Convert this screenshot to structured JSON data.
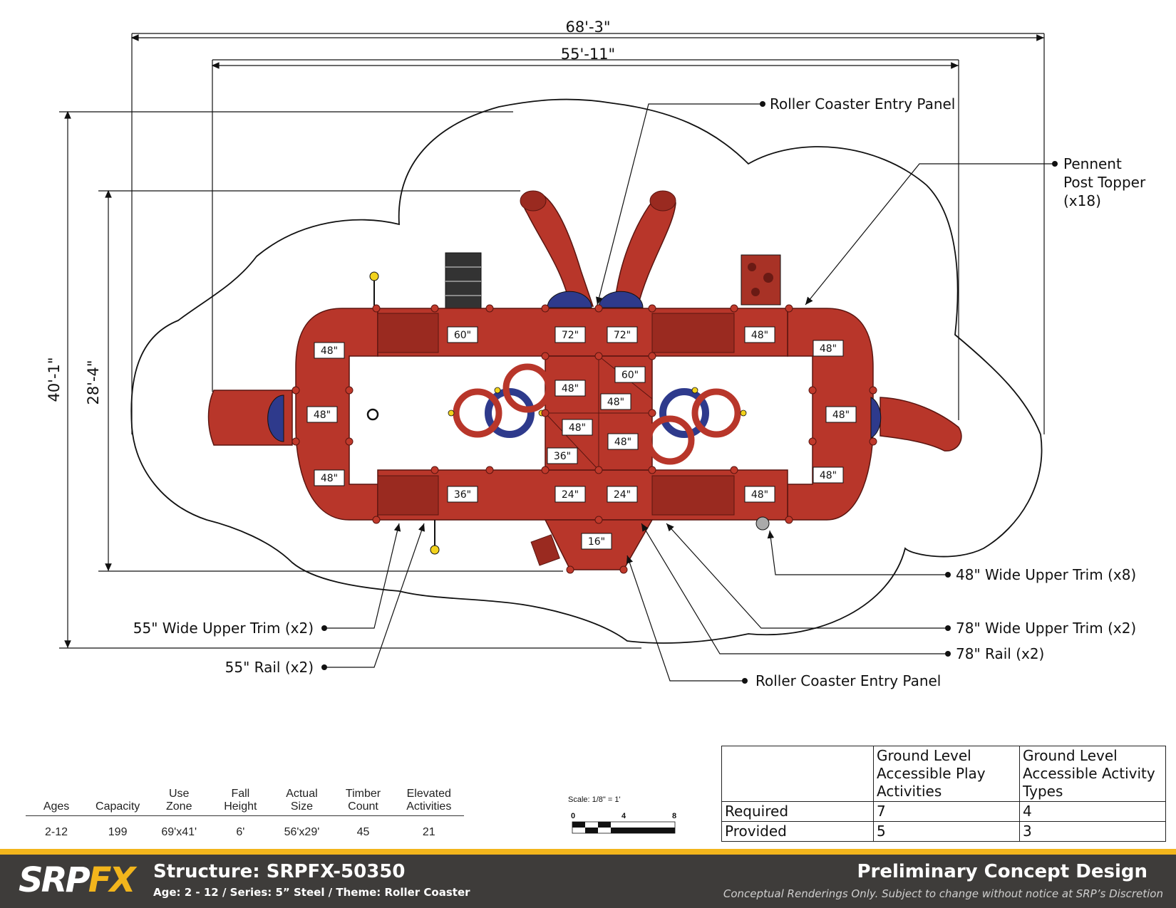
{
  "dimensions": {
    "overall_width": "68'-3\"",
    "structure_width": "55'-11\"",
    "overall_depth": "40'-1\"",
    "structure_depth": "28'-4\""
  },
  "callouts": {
    "roller_entry_top": "Roller Coaster Entry Panel",
    "pennent_1": "Pennent",
    "pennent_2": "Post Topper",
    "pennent_3": "(x18)",
    "trim_48": "48\" Wide Upper Trim (x8)",
    "trim_78": "78\" Wide Upper Trim (x2)",
    "rail_78": "78\" Rail (x2)",
    "roller_entry_bottom": "Roller Coaster Entry Panel",
    "trim_55": "55\" Wide Upper Trim (x2)",
    "rail_55": "55\" Rail (x2)"
  },
  "deck_labels": {
    "d60a": "60\"",
    "d72a": "72\"",
    "d72b": "72\"",
    "d48tr": "48\"",
    "d48r1": "48\"",
    "d48l1": "48\"",
    "d48c1": "48\"",
    "d60b": "60\"",
    "d48c2": "48\"",
    "d48l2": "48\"",
    "d48c3": "48\"",
    "d48c4": "48\"",
    "d48r2": "48\"",
    "d36a": "36\"",
    "d48l3": "48\"",
    "d48r3": "48\"",
    "d36b": "36\"",
    "d24a": "24\"",
    "d24b": "24\"",
    "d48br": "48\"",
    "d16": "16\""
  },
  "specs": {
    "headers": [
      "Ages",
      "Capacity",
      "Use\nZone",
      "Fall\nHeight",
      "Actual\nSize",
      "Timber\nCount",
      "Elevated\nActivities"
    ],
    "values": [
      "2-12",
      "199",
      "69'x41'",
      "6'",
      "56'x29'",
      "45",
      "21"
    ]
  },
  "scale": {
    "label": "Scale: 1/8\" = 1'",
    "t0": "0",
    "t4": "4",
    "t8": "8"
  },
  "accessibility": {
    "col1": "Ground Level Accessible Play Activities",
    "col2": "Ground Level Accessible Activity Types",
    "rows": [
      {
        "label": "Required",
        "play": "7",
        "types": "4"
      },
      {
        "label": "Provided",
        "play": "5",
        "types": "3"
      }
    ]
  },
  "footer": {
    "logo_srp": "SRP",
    "logo_fx": "FX",
    "structure": "Structure: SRPFX-50350",
    "subline": "Age: 2 - 12 / Series: 5” Steel / Theme: Roller Coaster",
    "prelim": "Preliminary Concept Design",
    "disclaimer": "Conceptual Renderings Only. Subject to change without notice at SRP’s Discretion"
  },
  "colors": {
    "deck_red": "#b8362a",
    "dark_red": "#7a1f18",
    "blue": "#2e3a8c",
    "accent_yellow": "#f2b51c",
    "footer_bg": "#3e3c3a"
  }
}
